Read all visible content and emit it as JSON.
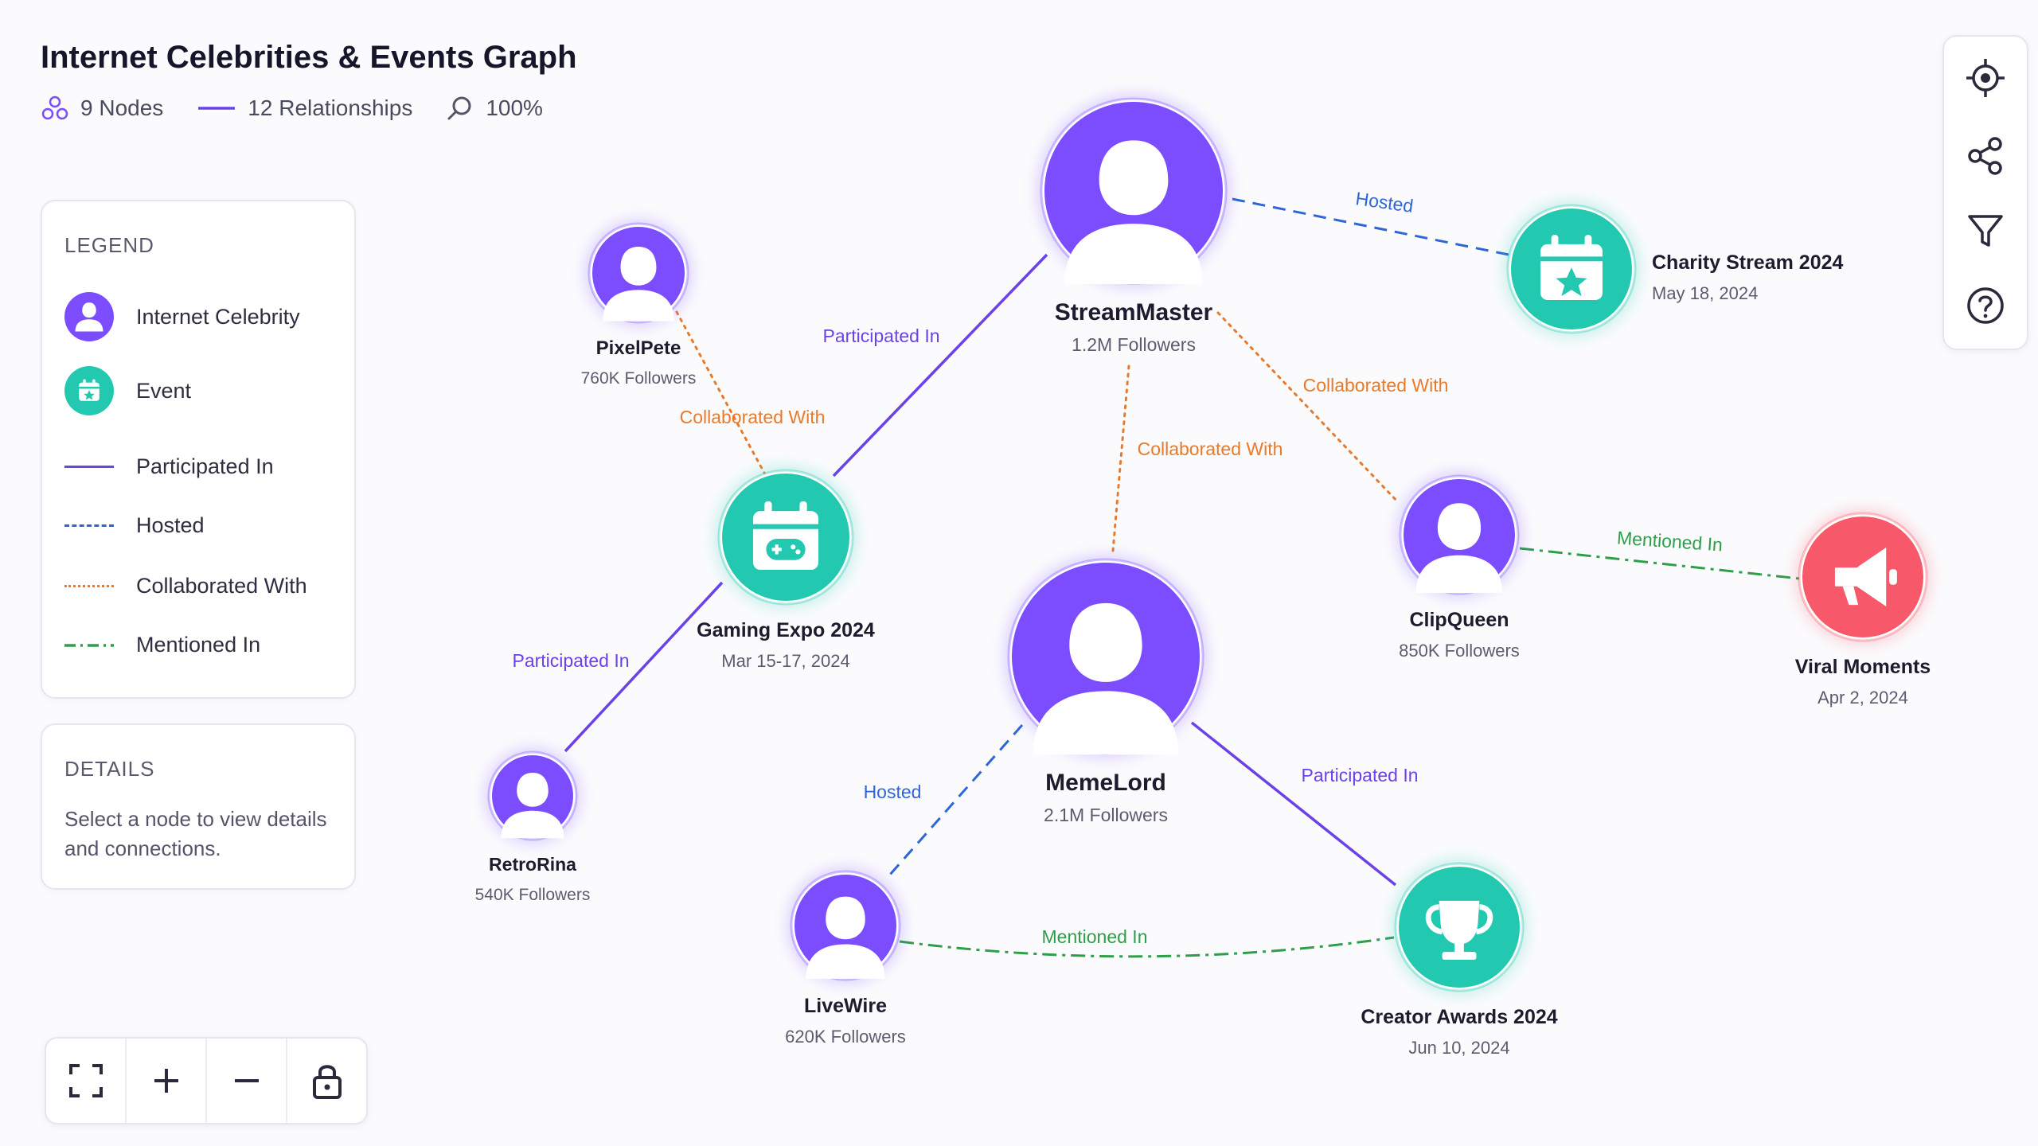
{
  "header": {
    "title": "Internet Celebrities & Events Graph",
    "nodes_label": "9 Nodes",
    "relationships_label": "12 Relationships",
    "zoom_label": "100%"
  },
  "legend": {
    "title": "LEGEND",
    "celebrity": "Internet Celebrity",
    "event": "Event",
    "participated": "Participated In",
    "hosted": "Hosted",
    "collaborated": "Collaborated With",
    "mentioned": "Mentioned In"
  },
  "details": {
    "title": "DETAILS",
    "text": "Select a node to view details and connections."
  },
  "colors": {
    "celebrity": "#7c4dff",
    "event": "#22c9b0",
    "viral": "#f7596a",
    "participated": "#6a42e8",
    "hosted": "#2e66d9",
    "collaborated": "#e87a2c",
    "mentioned": "#2e9e4a"
  },
  "toolbar": [
    "target-icon",
    "share-icon",
    "filter-icon",
    "help-icon"
  ],
  "zoom_controls": [
    "fit-screen-icon",
    "zoom-in-icon",
    "zoom-out-icon",
    "lock-icon"
  ],
  "nodes": [
    {
      "id": "streammaster",
      "label": "StreamMaster",
      "sub": "1.2M Followers",
      "kind": "celebrity"
    },
    {
      "id": "pixelpete",
      "label": "PixelPete",
      "sub": "760K Followers",
      "kind": "celebrity"
    },
    {
      "id": "charity",
      "label": "Charity Stream 2024",
      "sub": "May 18, 2024",
      "kind": "event",
      "icon": "calendar-star"
    },
    {
      "id": "gaming",
      "label": "Gaming Expo 2024",
      "sub": "Mar 15-17, 2024",
      "kind": "event",
      "icon": "calendar-gamepad"
    },
    {
      "id": "clipqueen",
      "label": "ClipQueen",
      "sub": "850K Followers",
      "kind": "celebrity"
    },
    {
      "id": "viral",
      "label": "Viral Moments",
      "sub": "Apr 2, 2024",
      "kind": "viral",
      "icon": "megaphone"
    },
    {
      "id": "memelord",
      "label": "MemeLord",
      "sub": "2.1M Followers",
      "kind": "celebrity"
    },
    {
      "id": "retrorina",
      "label": "RetroRina",
      "sub": "540K Followers",
      "kind": "celebrity"
    },
    {
      "id": "livewire",
      "label": "LiveWire",
      "sub": "620K Followers",
      "kind": "celebrity"
    },
    {
      "id": "awards",
      "label": "Creator Awards 2024",
      "sub": "Jun 10, 2024",
      "kind": "event",
      "icon": "trophy"
    }
  ],
  "edges": [
    {
      "from": "streammaster",
      "to": "charity",
      "type": "hosted",
      "label": "Hosted"
    },
    {
      "from": "streammaster",
      "to": "gaming",
      "type": "participated",
      "label": "Participated In"
    },
    {
      "from": "pixelpete",
      "to": "gaming",
      "type": "collaborated",
      "label": "Collaborated With"
    },
    {
      "from": "streammaster",
      "to": "clipqueen",
      "type": "collaborated",
      "label": "Collaborated With"
    },
    {
      "from": "streammaster",
      "to": "memelord",
      "type": "collaborated",
      "label": "Collaborated With"
    },
    {
      "from": "clipqueen",
      "to": "viral",
      "type": "mentioned",
      "label": "Mentioned In"
    },
    {
      "from": "gaming",
      "to": "retrorina",
      "type": "participated",
      "label": "Participated In"
    },
    {
      "from": "memelord",
      "to": "livewire",
      "type": "hosted",
      "label": "Hosted"
    },
    {
      "from": "memelord",
      "to": "awards",
      "type": "participated",
      "label": "Participated In"
    },
    {
      "from": "livewire",
      "to": "awards",
      "type": "mentioned",
      "label": "Mentioned In"
    }
  ]
}
